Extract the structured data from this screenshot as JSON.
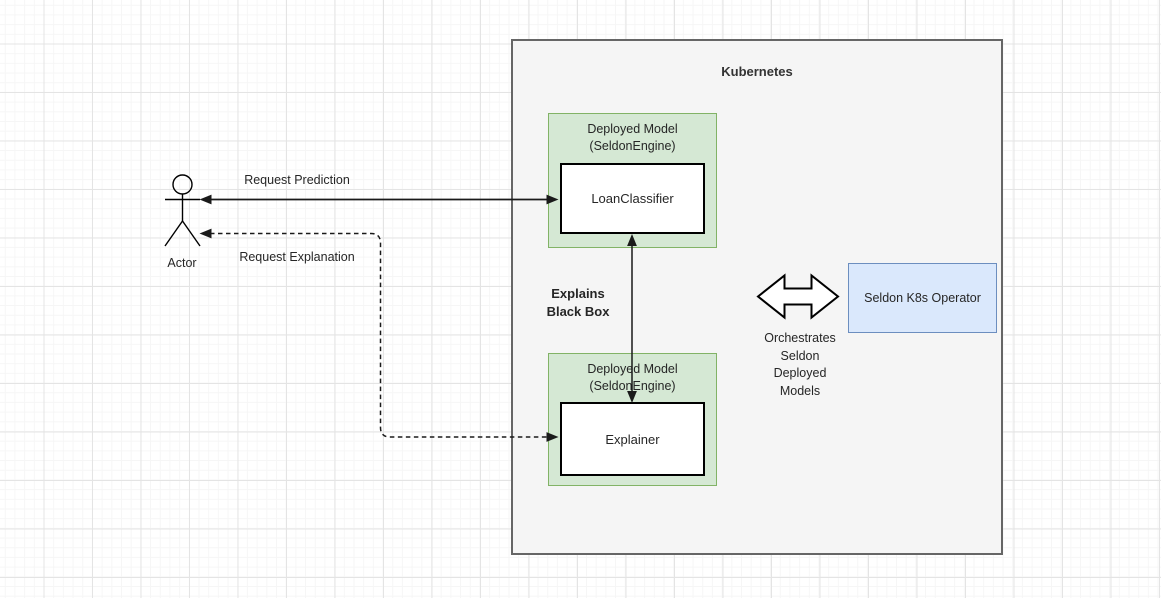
{
  "container": {
    "title": "Kubernetes"
  },
  "actor": {
    "label": "Actor"
  },
  "nodes": {
    "deployed_model_top": {
      "title_line1": "Deployed Model",
      "title_line2": "(SeldonEngine)",
      "model": "LoanClassifier"
    },
    "deployed_model_bottom": {
      "title_line1": "Deployed Model",
      "title_line2": "(SeldonEngine)",
      "model": "Explainer"
    },
    "seldon_operator": {
      "label": "Seldon K8s Operator"
    }
  },
  "edges": {
    "request_prediction": {
      "label": "Request Prediction",
      "style": "solid",
      "from": "Actor",
      "to": "LoanClassifier"
    },
    "request_explanation": {
      "label": "Request Explanation",
      "style": "dashed",
      "from": "Actor",
      "to": "Explainer"
    },
    "explains": {
      "line1": "Explains",
      "line2": "Black Box",
      "style": "solid",
      "from": "Explainer",
      "to": "LoanClassifier"
    },
    "orchestrates": {
      "lines": [
        "Orchestrates",
        "Seldon",
        "Deployed",
        "Models"
      ]
    }
  },
  "colors": {
    "green_fill": "#d5e8d4",
    "green_border": "#82b366",
    "blue_fill": "#dae8fc",
    "blue_border": "#6c8ebf",
    "container_fill": "#f5f5f5",
    "container_border": "#666666",
    "line": "#000000",
    "grid_major": "#e4e4e4",
    "grid_minor": "#f6f6f6"
  }
}
